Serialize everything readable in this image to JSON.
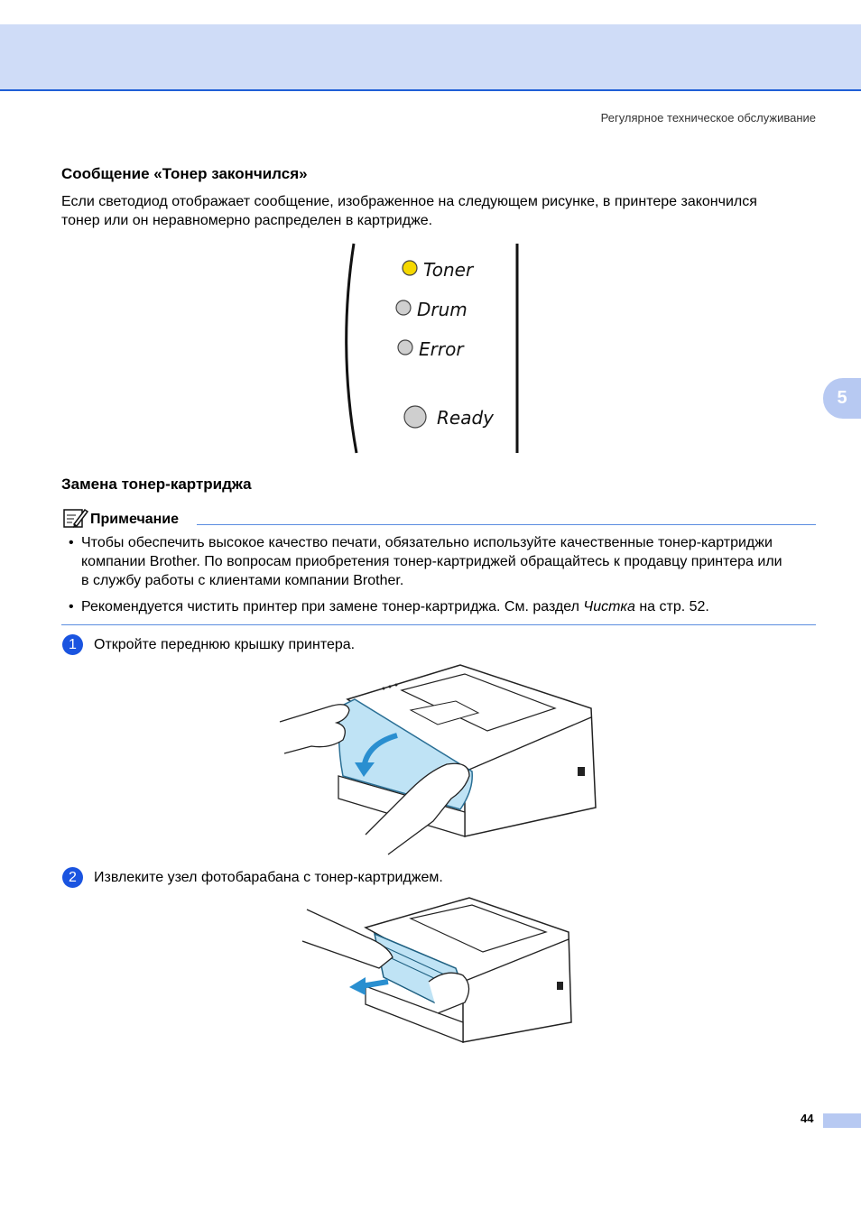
{
  "running_head": "Регулярное техническое обслуживание",
  "chapter_tab": "5",
  "section1": {
    "heading": "Сообщение «Тонер закончился»",
    "body": "Если светодиод отображает сообщение, изображенное на следующем рисунке, в принтере закончился тонер или он неравномерно распределен в картридже."
  },
  "led_panel": {
    "items": [
      {
        "label": "Toner",
        "state": "lit",
        "color": "#f5d800"
      },
      {
        "label": "Drum",
        "state": "off",
        "color": "#c8c8c8"
      },
      {
        "label": "Error",
        "state": "off",
        "color": "#c8c8c8"
      },
      {
        "label": "Ready",
        "state": "off",
        "color": "#c8c8c8"
      }
    ]
  },
  "section2": {
    "heading": "Замена тонер-картриджа"
  },
  "note": {
    "title": "Примечание",
    "bullets": [
      "Чтобы обеспечить высокое качество печати, обязательно используйте качественные тонер-картриджи компании Brother. По вопросам приобретения тонер-картриджей обращайтесь к продавцу принтера или в службу работы с клиентами компании Brother.",
      {
        "before": "Рекомендуется чистить принтер при замене тонер-картриджа. См. раздел ",
        "italic": "Чистка",
        "after": " на стр. 52."
      }
    ]
  },
  "steps": [
    {
      "num": "1",
      "text": "Откройте переднюю крышку принтера."
    },
    {
      "num": "2",
      "text": "Извлеките узел фотобарабана с тонер-картриджем."
    }
  ],
  "page_number": "44",
  "colors": {
    "accent": "#1a54e0",
    "header_band": "#cfdcf7",
    "tab": "#b7c9f2",
    "cover": "#bfe3f5"
  }
}
